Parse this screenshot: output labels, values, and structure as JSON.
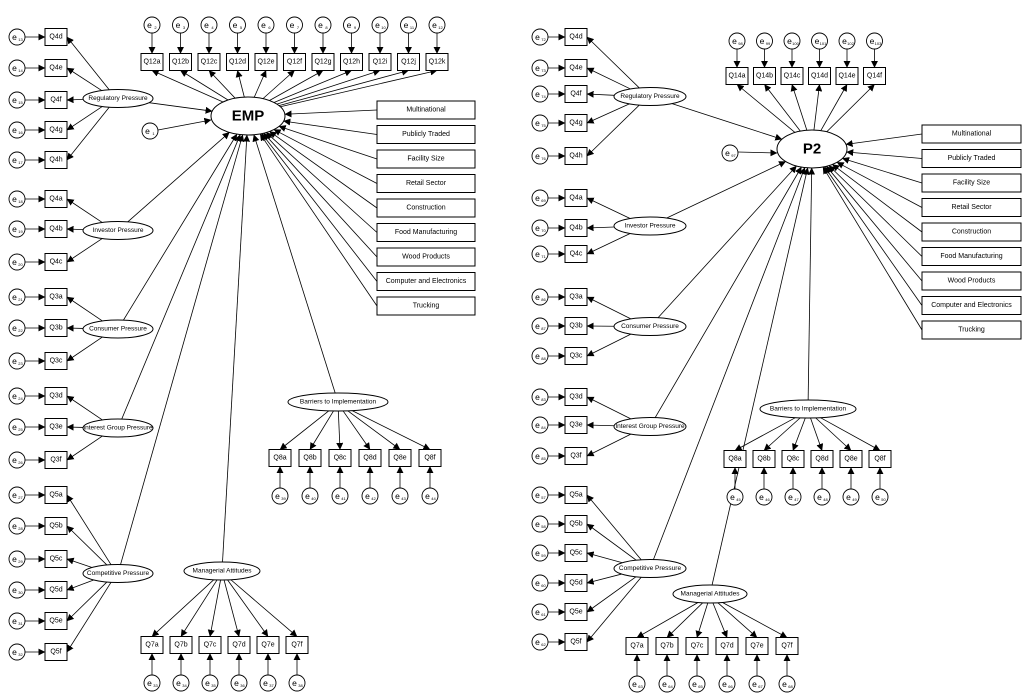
{
  "left_model": {
    "outcome_label": "EMP",
    "outcome_error_label": "e1",
    "top_items": [
      {
        "label": "Q12a",
        "err": "e2"
      },
      {
        "label": "Q12b",
        "err": "e3"
      },
      {
        "label": "Q12c",
        "err": "e4"
      },
      {
        "label": "Q12d",
        "err": "e5"
      },
      {
        "label": "Q12e",
        "err": "e6"
      },
      {
        "label": "Q12f",
        "err": "e7"
      },
      {
        "label": "Q12g",
        "err": "e8"
      },
      {
        "label": "Q12h",
        "err": "e9"
      },
      {
        "label": "Q12i",
        "err": "e10"
      },
      {
        "label": "Q12j",
        "err": "e11"
      },
      {
        "label": "Q12k",
        "err": "e12"
      }
    ],
    "side_factors": [
      {
        "name": "Regulatory Pressure",
        "items": [
          {
            "label": "Q4d",
            "err": "e13"
          },
          {
            "label": "Q4e",
            "err": "e14"
          },
          {
            "label": "Q4f",
            "err": "e15"
          },
          {
            "label": "Q4g",
            "err": "e16"
          },
          {
            "label": "Q4h",
            "err": "e17"
          }
        ]
      },
      {
        "name": "Investor Pressure",
        "items": [
          {
            "label": "Q4a",
            "err": "e18"
          },
          {
            "label": "Q4b",
            "err": "e19"
          },
          {
            "label": "Q4c",
            "err": "e20"
          }
        ]
      },
      {
        "name": "Consumer Pressure",
        "items": [
          {
            "label": "Q3a",
            "err": "e21"
          },
          {
            "label": "Q3b",
            "err": "e22"
          },
          {
            "label": "Q3c",
            "err": "e23"
          }
        ]
      },
      {
        "name": "Interest Group Pressure",
        "items": [
          {
            "label": "Q3d",
            "err": "e24"
          },
          {
            "label": "Q3e",
            "err": "e25"
          },
          {
            "label": "Q3f",
            "err": "e26"
          }
        ]
      },
      {
        "name": "Competitive Pressure",
        "items": [
          {
            "label": "Q5a",
            "err": "e27"
          },
          {
            "label": "Q5b",
            "err": "e28"
          },
          {
            "label": "Q5c",
            "err": "e29"
          },
          {
            "label": "Q5d",
            "err": "e30"
          },
          {
            "label": "Q5e",
            "err": "e31"
          },
          {
            "label": "Q5f",
            "err": "e32"
          }
        ]
      }
    ],
    "managerial": {
      "name": "Managerial Attitudes",
      "items": [
        {
          "label": "Q7a",
          "err": "e33"
        },
        {
          "label": "Q7b",
          "err": "e34"
        },
        {
          "label": "Q7c",
          "err": "e35"
        },
        {
          "label": "Q7d",
          "err": "e36"
        },
        {
          "label": "Q7e",
          "err": "e37"
        },
        {
          "label": "Q7f",
          "err": "e38"
        }
      ]
    },
    "barriers": {
      "name": "Barriers to Implementation",
      "items": [
        {
          "label": "Q8a",
          "err": "e39"
        },
        {
          "label": "Q8b",
          "err": "e40"
        },
        {
          "label": "Q8c",
          "err": "e41"
        },
        {
          "label": "Q8d",
          "err": "e42"
        },
        {
          "label": "Q8e",
          "err": "e43"
        },
        {
          "label": "Q8f",
          "err": "e44"
        }
      ]
    },
    "controls": [
      "Multinational",
      "Publicly Traded",
      "Facility Size",
      "Retail Sector",
      "Construction",
      "Food Manufacturing",
      "Wood Products",
      "Computer and Electronics",
      "Trucking"
    ]
  },
  "right_model": {
    "outcome_label": "P2",
    "outcome_error_label": "e97",
    "top_items": [
      {
        "label": "Q14a",
        "err": "e98"
      },
      {
        "label": "Q14b",
        "err": "e99"
      },
      {
        "label": "Q14c",
        "err": "e100"
      },
      {
        "label": "Q14d",
        "err": "e101"
      },
      {
        "label": "Q14e",
        "err": "e102"
      },
      {
        "label": "Q14f",
        "err": "e103"
      }
    ],
    "side_factors": [
      {
        "name": "Regulatory Pressure",
        "items": [
          {
            "label": "Q4d",
            "err": "e72"
          },
          {
            "label": "Q4e",
            "err": "e73"
          },
          {
            "label": "Q4f",
            "err": "e74"
          },
          {
            "label": "Q4g",
            "err": "e75"
          },
          {
            "label": "Q4h",
            "err": "e76"
          }
        ]
      },
      {
        "name": "Investor Pressure",
        "items": [
          {
            "label": "Q4a",
            "err": "e69"
          },
          {
            "label": "Q4b",
            "err": "e70"
          },
          {
            "label": "Q4c",
            "err": "e71"
          }
        ]
      },
      {
        "name": "Consumer Pressure",
        "items": [
          {
            "label": "Q3a",
            "err": "e86"
          },
          {
            "label": "Q3b",
            "err": "e87"
          },
          {
            "label": "Q3c",
            "err": "e88"
          }
        ]
      },
      {
        "name": "Interest Group Pressure",
        "items": [
          {
            "label": "Q3d",
            "err": "e83"
          },
          {
            "label": "Q3e",
            "err": "e84"
          },
          {
            "label": "Q3f",
            "err": "e85"
          }
        ]
      },
      {
        "name": "Competitive Pressure",
        "items": [
          {
            "label": "Q5a",
            "err": "e57"
          },
          {
            "label": "Q5b",
            "err": "e58"
          },
          {
            "label": "Q5c",
            "err": "e59"
          },
          {
            "label": "Q5d",
            "err": "e60"
          },
          {
            "label": "Q5e",
            "err": "e61"
          },
          {
            "label": "Q5f",
            "err": "e62"
          }
        ]
      }
    ],
    "managerial": {
      "name": "Managerial Attitudes",
      "items": [
        {
          "label": "Q7a",
          "err": "e63"
        },
        {
          "label": "Q7b",
          "err": "e64"
        },
        {
          "label": "Q7c",
          "err": "e65"
        },
        {
          "label": "Q7d",
          "err": "e66"
        },
        {
          "label": "Q7e",
          "err": "e67"
        },
        {
          "label": "Q7f",
          "err": "e68"
        }
      ]
    },
    "barriers": {
      "name": "Barriers to Implementation",
      "items": [
        {
          "label": "Q8a",
          "err": "e45"
        },
        {
          "label": "Q8b",
          "err": "e46"
        },
        {
          "label": "Q8c",
          "err": "e47"
        },
        {
          "label": "Q8d",
          "err": "e48"
        },
        {
          "label": "Q8e",
          "err": "e49"
        },
        {
          "label": "Q8f",
          "err": "e50"
        }
      ]
    },
    "controls": [
      "Multinational",
      "Publicly Traded",
      "Facility Size",
      "Retail Sector",
      "Construction",
      "Food Manufacturing",
      "Wood Products",
      "Computer and Electronics",
      "Trucking"
    ]
  }
}
